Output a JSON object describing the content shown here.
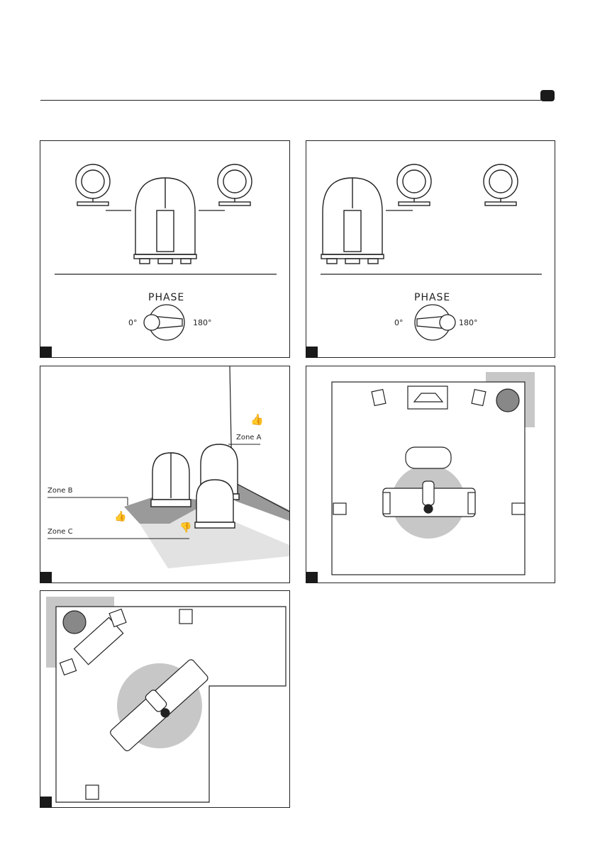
{
  "phase_panels": [
    {
      "title": "PHASE",
      "left_label": "0°",
      "right_label": "180°",
      "knob_position": "0°"
    },
    {
      "title": "PHASE",
      "left_label": "0°",
      "right_label": "180°",
      "knob_position": "180°"
    }
  ],
  "zones": {
    "zone_a": "Zone A",
    "zone_b": "Zone B",
    "zone_c": "Zone C"
  },
  "colors": {
    "ink": "#222222",
    "grey_circle": "#c7c7c7",
    "grey_floor": "#9a9a9a",
    "light_floor": "#e2e2e2"
  }
}
